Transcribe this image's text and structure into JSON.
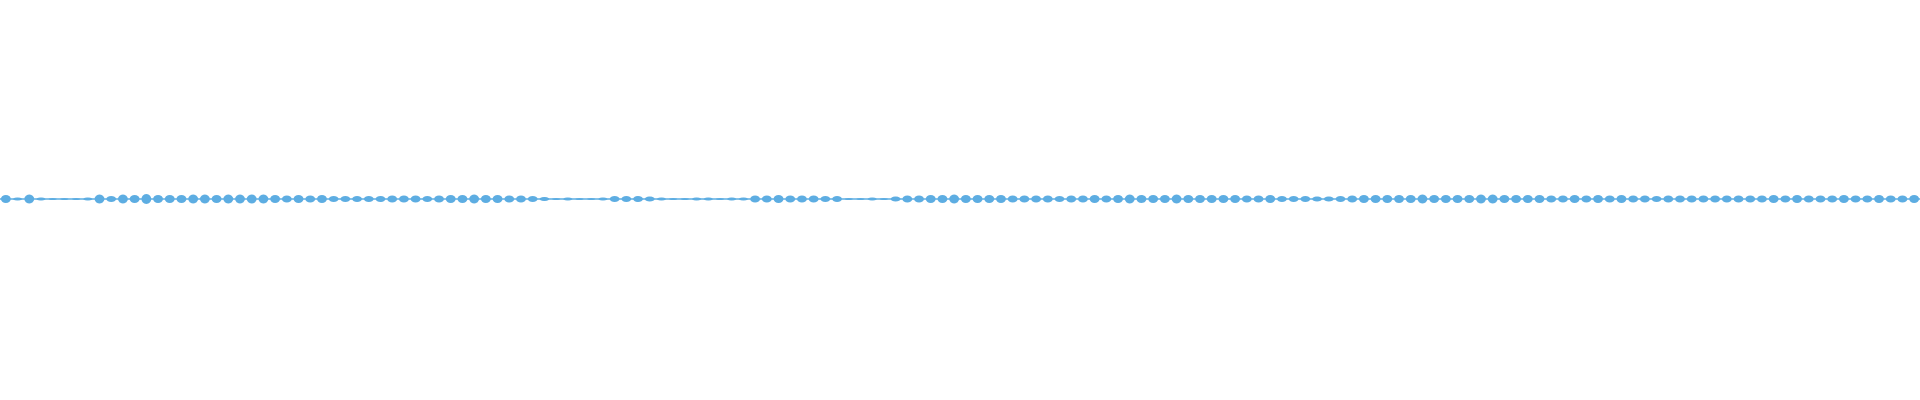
{
  "waveform": {
    "color": "#5dade2",
    "pulse_amplitudes": [
      0.8,
      0.3,
      0.9,
      0.3,
      0.2,
      0.2,
      0.2,
      0.3,
      0.9,
      0.6,
      0.9,
      0.8,
      1.0,
      0.8,
      0.8,
      0.8,
      0.9,
      0.9,
      0.8,
      0.9,
      0.9,
      0.9,
      0.9,
      0.8,
      0.7,
      0.8,
      0.7,
      0.8,
      0.6,
      0.6,
      0.6,
      0.6,
      0.6,
      0.7,
      0.7,
      0.7,
      0.6,
      0.7,
      0.8,
      0.8,
      0.9,
      0.8,
      0.8,
      0.7,
      0.7,
      0.6,
      0.4,
      0.2,
      0.3,
      0.2,
      0.2,
      0.3,
      0.6,
      0.6,
      0.6,
      0.5,
      0.3,
      0.2,
      0.2,
      0.3,
      0.3,
      0.2,
      0.3,
      0.3,
      0.7,
      0.7,
      0.8,
      0.7,
      0.7,
      0.7,
      0.6,
      0.6,
      0.2,
      0.2,
      0.3,
      0.2,
      0.5,
      0.7,
      0.7,
      0.8,
      0.8,
      0.9,
      0.8,
      0.8,
      0.8,
      0.8,
      0.7,
      0.7,
      0.7,
      0.7,
      0.6,
      0.7,
      0.7,
      0.8,
      0.7,
      0.8,
      0.9,
      0.8,
      0.8,
      0.8,
      0.9,
      0.8,
      0.8,
      0.8,
      0.8,
      0.8,
      0.7,
      0.7,
      0.8,
      0.6,
      0.6,
      0.6,
      0.5,
      0.5,
      0.6,
      0.7,
      0.8,
      0.8,
      0.8,
      0.8,
      0.8,
      0.9,
      0.8,
      0.8,
      0.8,
      0.8,
      0.9,
      0.9,
      0.8,
      0.8,
      0.8,
      0.8,
      0.7,
      0.7,
      0.8,
      0.7,
      0.8,
      0.7,
      0.8,
      0.7,
      0.7,
      0.6,
      0.7,
      0.7,
      0.7,
      0.7,
      0.7,
      0.7,
      0.7,
      0.7,
      0.7,
      0.8,
      0.7,
      0.8,
      0.7,
      0.7,
      0.7,
      0.8,
      0.7,
      0.7,
      0.8,
      0.7,
      0.7,
      0.8
    ]
  }
}
